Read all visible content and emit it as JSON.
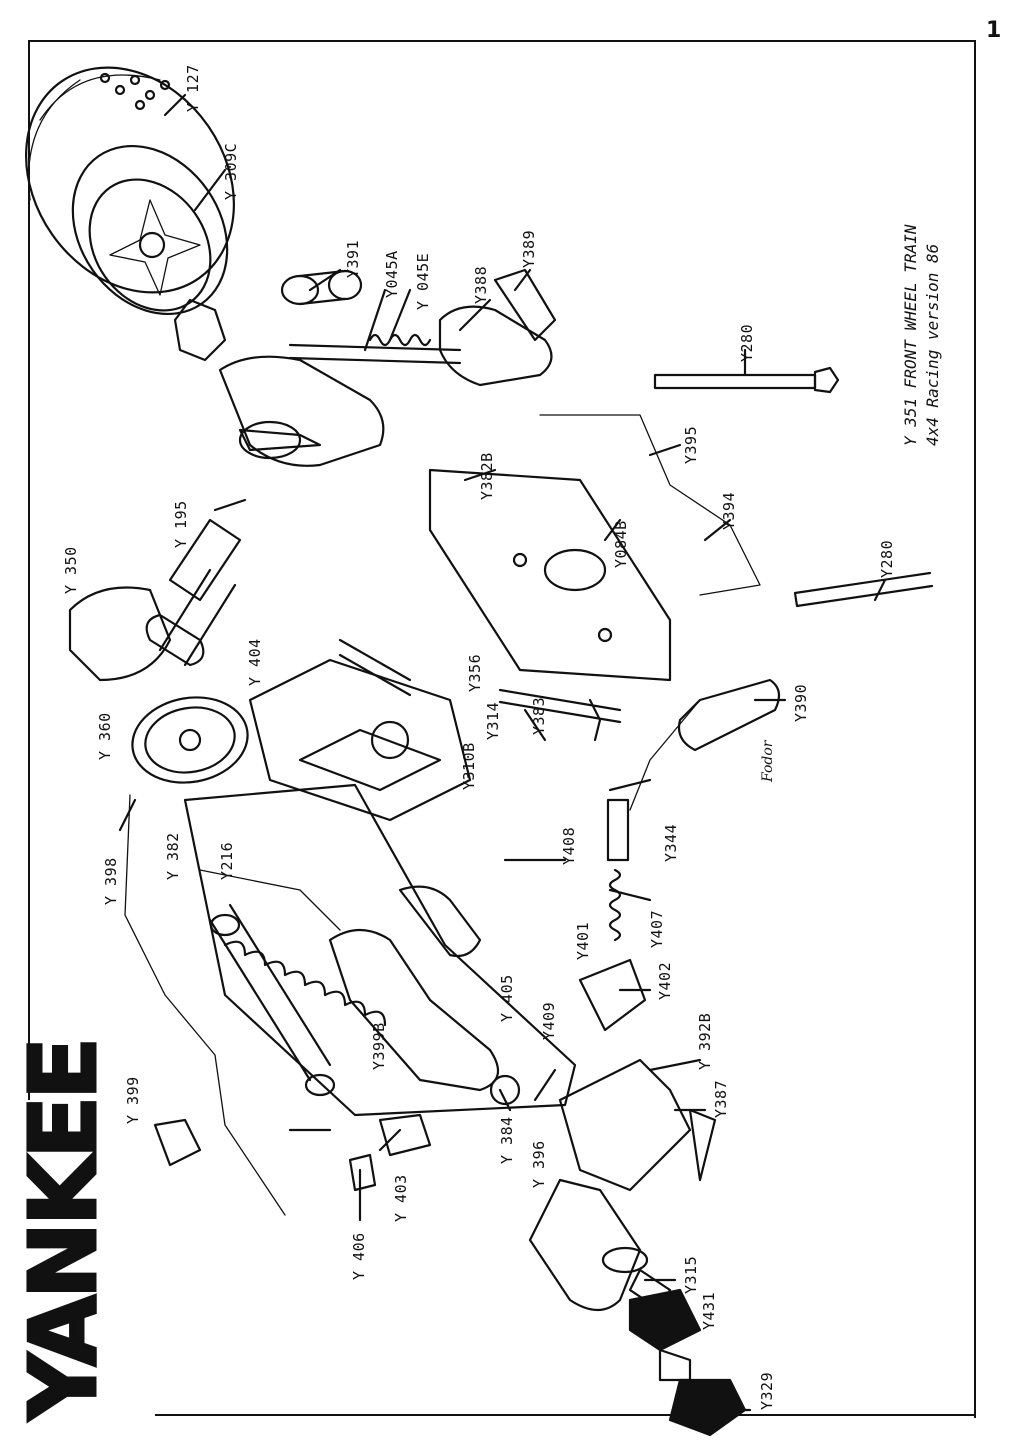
{
  "page_number": "1",
  "brand": {
    "logo_text": "YANKEE"
  },
  "title": {
    "line1": "Y 351 FRONT WHEEL TRAIN",
    "line2": "4x4 Racing version 86"
  },
  "signature": "Fodor",
  "part_labels": [
    {
      "id": "y127",
      "text": "Y 127"
    },
    {
      "id": "y309c",
      "text": "Y 309C"
    },
    {
      "id": "y391",
      "text": "Y391"
    },
    {
      "id": "y045a",
      "text": "Y045A"
    },
    {
      "id": "y045e",
      "text": "Y 045E"
    },
    {
      "id": "y388",
      "text": "Y388"
    },
    {
      "id": "y389",
      "text": "Y389"
    },
    {
      "id": "y280a",
      "text": "Y280"
    },
    {
      "id": "y382b",
      "text": "Y382B"
    },
    {
      "id": "y395",
      "text": "Y395"
    },
    {
      "id": "y084b",
      "text": "Y084B"
    },
    {
      "id": "y394",
      "text": "Y394"
    },
    {
      "id": "y280b",
      "text": "Y280"
    },
    {
      "id": "y195",
      "text": "Y 195"
    },
    {
      "id": "y350",
      "text": "Y 350"
    },
    {
      "id": "y404",
      "text": "Y 404"
    },
    {
      "id": "y356",
      "text": "Y356"
    },
    {
      "id": "y360",
      "text": "Y 360"
    },
    {
      "id": "y314",
      "text": "Y314"
    },
    {
      "id": "y383",
      "text": "Y383"
    },
    {
      "id": "y390",
      "text": "Y390"
    },
    {
      "id": "y310b",
      "text": "Y310B"
    },
    {
      "id": "y344",
      "text": "Y344"
    },
    {
      "id": "y382",
      "text": "Y 382"
    },
    {
      "id": "y398",
      "text": "Y 398"
    },
    {
      "id": "y216",
      "text": "Y216"
    },
    {
      "id": "y408",
      "text": "Y408"
    },
    {
      "id": "y401",
      "text": "Y401"
    },
    {
      "id": "y407",
      "text": "Y407"
    },
    {
      "id": "y405",
      "text": "Y 405"
    },
    {
      "id": "y402",
      "text": "Y402"
    },
    {
      "id": "y409",
      "text": "Y409"
    },
    {
      "id": "y392b",
      "text": "Y 392B"
    },
    {
      "id": "y399b",
      "text": "Y399B"
    },
    {
      "id": "y399",
      "text": "Y 399"
    },
    {
      "id": "y387",
      "text": "Y387"
    },
    {
      "id": "y384",
      "text": "Y 384"
    },
    {
      "id": "y396",
      "text": "Y 396"
    },
    {
      "id": "y403",
      "text": "Y 403"
    },
    {
      "id": "y406",
      "text": "Y 406"
    },
    {
      "id": "y315",
      "text": "Y315"
    },
    {
      "id": "y431",
      "text": "Y431"
    },
    {
      "id": "y329",
      "text": "Y329"
    }
  ]
}
